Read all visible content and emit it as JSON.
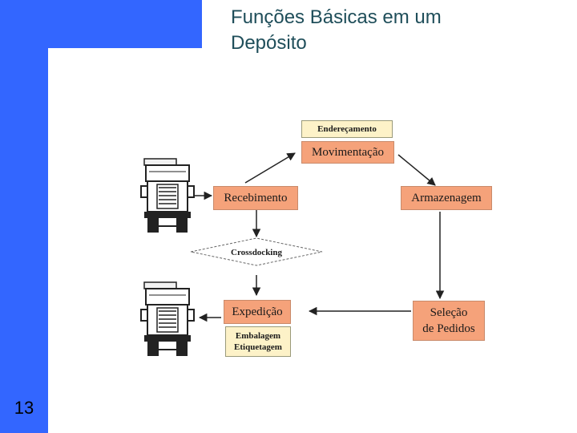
{
  "slide": {
    "number": "13",
    "title_lines": [
      "Funções Básicas em um",
      "Depósito"
    ]
  },
  "diagram": {
    "enderecamento": "Endereçamento",
    "movimentacao": "Movimentação",
    "recebimento": "Recebimento",
    "armazenagem": "Armazenagem",
    "crossdocking": "Crossdocking",
    "expedicao": "Expedição",
    "selecao": [
      "Seleção",
      "de Pedidos"
    ],
    "embalagem": [
      "Embalagem",
      "Etiquetagem"
    ],
    "icons": [
      "truck-icon",
      "truck-icon"
    ],
    "colors": {
      "process_box": "#f5a27a",
      "support_box": "#fdf2c8",
      "accent": "#3366ff"
    }
  }
}
